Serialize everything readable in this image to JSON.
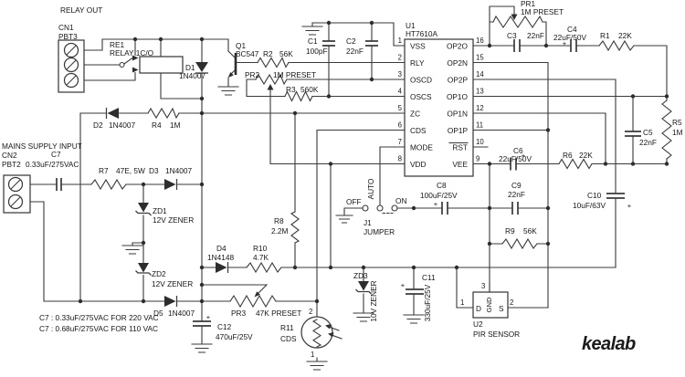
{
  "branding": {
    "logo": "kealab"
  },
  "relay_section": {
    "heading": "RELAY OUT",
    "cn1_ref": "CN1",
    "cn1_type": "PBT3",
    "re1_ref": "RE1",
    "re1_type": "RELAY 1C/O",
    "d1_ref": "D1",
    "d1_val": "1N4007",
    "q1_ref": "Q1",
    "q1_val": "BC547",
    "r2_ref": "R2",
    "r2_val": "56K"
  },
  "oscillator": {
    "c1_ref": "C1",
    "c1_val": "100pF",
    "c2_ref": "C2",
    "c2_val": "22nF",
    "pr2_ref": "PR2",
    "pr2_val": "1M PRESET",
    "r3_ref": "R3",
    "r3_val": "560K"
  },
  "ic": {
    "ref": "U1",
    "part": "HT7610A",
    "pins_left": [
      {
        "n": "1",
        "label": "VSS"
      },
      {
        "n": "2",
        "label": "RLY"
      },
      {
        "n": "3",
        "label": "OSCD"
      },
      {
        "n": "4",
        "label": "OSCS"
      },
      {
        "n": "5",
        "label": "ZC"
      },
      {
        "n": "6",
        "label": "CDS"
      },
      {
        "n": "7",
        "label": "MODE"
      },
      {
        "n": "8",
        "label": "VDD"
      }
    ],
    "pins_right": [
      {
        "n": "16",
        "label": "OP2O"
      },
      {
        "n": "15",
        "label": "OP2N"
      },
      {
        "n": "14",
        "label": "OP2P"
      },
      {
        "n": "13",
        "label": "OP1O"
      },
      {
        "n": "12",
        "label": "OP1N"
      },
      {
        "n": "11",
        "label": "OP1P"
      },
      {
        "n": "10",
        "label": "RST"
      },
      {
        "n": "9",
        "label": "VEE"
      }
    ]
  },
  "output_stage": {
    "pr1_ref": "PR1",
    "pr1_val": "1M PRESET",
    "c3_ref": "C3",
    "c3_val": "22nF",
    "c4_ref": "C4",
    "c4_val": "22uF/50V",
    "r1_ref": "R1",
    "r1_val": "22K",
    "c5_ref": "C5",
    "c5_val": "22nF",
    "r5_ref": "R5",
    "r5_val": "1M",
    "c6_ref": "C6",
    "c6_val": "22uF/50V",
    "r6_ref": "R6",
    "r6_val": "22K",
    "c10_ref": "C10",
    "c10_val": "10uF/63V"
  },
  "amplifier": {
    "c8_ref": "C8",
    "c8_val": "100uF/25V",
    "c9_ref": "C9",
    "c9_val": "22nF",
    "r9_ref": "R9",
    "r9_val": "56K"
  },
  "power": {
    "heading": "MAINS SUPPLY INPUT",
    "cn2_ref": "CN2",
    "cn2_type": "PBT2",
    "c7_ref": "C7",
    "c7_val": "0.33uF/275VAC",
    "r7_ref": "R7",
    "r7_val": "47E, 5W",
    "d3_ref": "D3",
    "d3_val": "1N4007",
    "d2_ref": "D2",
    "d2_val": "1N4007",
    "r4_ref": "R4",
    "r4_val": "1M",
    "zd1_ref": "ZD1",
    "zd1_val": "12V ZENER",
    "zd2_ref": "ZD2",
    "zd2_val": "12V ZENER",
    "d5_ref": "D5",
    "d5_val": "1N4007",
    "c12_ref": "C12",
    "c12_val": "470uF/25V",
    "note1": "C7 : 0.33uF/275VAC FOR 220 VAC",
    "note2": "C7 : 0.68uF/275VAC FOR 110 VAC"
  },
  "control": {
    "r8_ref": "R8",
    "r8_val": "2.2M",
    "d4_ref": "D4",
    "d4_val": "1N4148",
    "r10_ref": "R10",
    "r10_val": "4.7K",
    "jumper_off": "OFF",
    "jumper_auto": "AUTO",
    "jumper_on": "ON",
    "j1_ref": "J1",
    "j1_name": "JUMPER",
    "zd3_ref": "ZD3",
    "zd3_val": "10V ZENER",
    "c11_ref": "C11",
    "c11_val": "330uF/25V",
    "pr3_ref": "PR3",
    "pr3_val": "47K PRESET",
    "r11_ref": "R11",
    "r11_val": "CDS",
    "r11_pin2": "2",
    "r11_pin1": "1"
  },
  "pir": {
    "ref": "U2",
    "name": "PIR SENSOR",
    "pin_d": "D",
    "pin_gnd": "GND",
    "pin_s": "S",
    "n1": "1",
    "n2": "2",
    "n3": "3"
  },
  "plus": "+"
}
